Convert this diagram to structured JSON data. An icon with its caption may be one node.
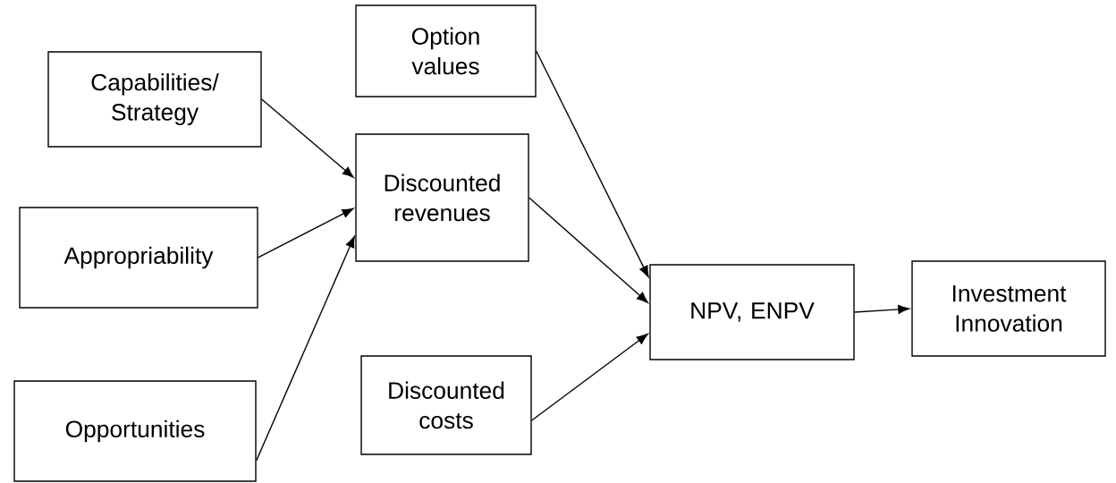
{
  "diagram": {
    "nodes": [
      {
        "text": [
          "Capabilities/ Strategy"
        ]
      },
      {
        "text": [
          "Appropriability"
        ]
      },
      {
        "text": [
          "Opportunities"
        ]
      },
      {
        "text": [
          "Option values"
        ]
      },
      {
        "text": [
          "Discounted revenues"
        ]
      },
      {
        "text": [
          "Discounted costs"
        ]
      },
      {
        "text": [
          "NPV, ENPV"
        ]
      },
      {
        "text": [
          "Investment Innovation"
        ]
      }
    ],
    "edges": [
      {
        "from": 0,
        "to": 4,
        "arrow": "to"
      },
      {
        "from": 1,
        "to": 4,
        "arrow": "to"
      },
      {
        "from": 2,
        "to": 4,
        "arrow": "to"
      },
      {
        "from": 3,
        "to": 6,
        "arrow": "to"
      },
      {
        "from": 4,
        "to": 6,
        "arrow": "to"
      },
      {
        "from": 5,
        "to": 6,
        "arrow": "to"
      },
      {
        "from": 6,
        "to": 7,
        "arrow": "to"
      }
    ]
  }
}
